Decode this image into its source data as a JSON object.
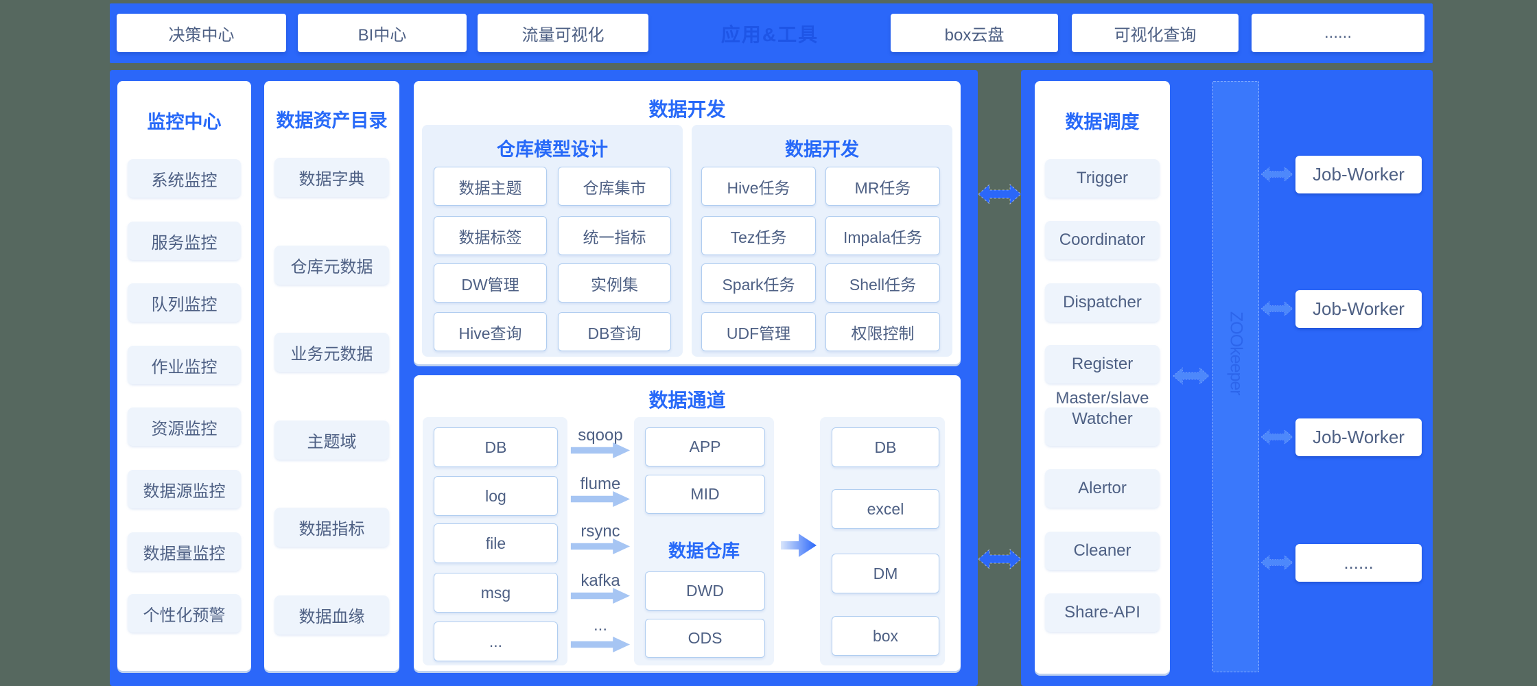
{
  "topbar": {
    "left_items": [
      "决策中心",
      "BI中心",
      "流量可视化"
    ],
    "center_label": "应用&工具",
    "right_items": [
      "box云盘",
      "可视化查询",
      "......"
    ]
  },
  "monitor": {
    "title": "监控中心",
    "items": [
      "系统监控",
      "服务监控",
      "队列监控",
      "作业监控",
      "资源监控",
      "数据源监控",
      "数据量监控",
      "个性化预警"
    ]
  },
  "catalog": {
    "title": "数据资产目录",
    "items": [
      "数据字典",
      "仓库元数据",
      "业务元数据",
      "主题域",
      "数据指标",
      "数据血缘"
    ]
  },
  "dev": {
    "title": "数据开发",
    "model_design": {
      "title": "仓库模型设计",
      "boxes": [
        "数据主题",
        "仓库集市",
        "数据标签",
        "统一指标",
        "DW管理",
        "实例集",
        "Hive查询",
        "DB查询"
      ]
    },
    "development": {
      "title": "数据开发",
      "boxes": [
        "Hive任务",
        "MR任务",
        "Tez任务",
        "Impala任务",
        "Spark任务",
        "Shell任务",
        "UDF管理",
        "权限控制"
      ]
    }
  },
  "channel": {
    "title": "数据通道",
    "sources": [
      "DB",
      "log",
      "file",
      "msg",
      "..."
    ],
    "transfers": [
      "sqoop",
      "flume",
      "rsync",
      "kafka",
      "..."
    ],
    "middle_top": [
      "APP",
      "MID"
    ],
    "warehouse_title": "数据仓库",
    "warehouse_boxes": [
      "DWD",
      "ODS"
    ],
    "targets": [
      "DB",
      "excel",
      "DM",
      "box"
    ]
  },
  "schedule": {
    "title": "数据调度",
    "items": [
      "Trigger",
      "Coordinator",
      "Dispatcher",
      "Register",
      {
        "line1": "Master/slave",
        "line2": "Watcher"
      },
      "Alertor",
      "Cleaner",
      "Share-API"
    ]
  },
  "zookeeper_label": "ZOOkeeper",
  "workers": [
    "Job-Worker",
    "Job-Worker",
    "Job-Worker",
    "......"
  ],
  "colors": {
    "primary_blue": "#2b67f9",
    "zookeeper_bar_blue": "#3a78fb",
    "header_blue": "#2769f8",
    "box_text": "#4e6084",
    "center_label_blue": "#1e55e6",
    "light_arrow": "#a6c5f3",
    "small_arrow": "#4d88fb",
    "page_background": "#56685f"
  }
}
